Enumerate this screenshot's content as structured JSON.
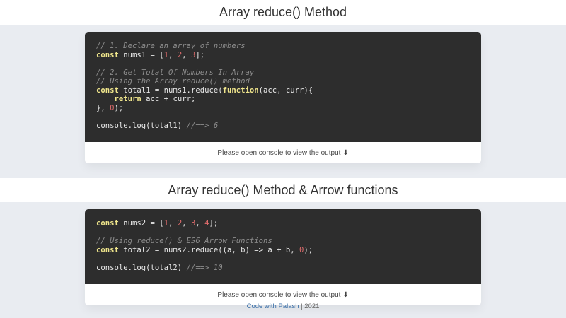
{
  "sections": [
    {
      "title": "Array reduce() Method",
      "output_hint": "Please open console to view the output ⬇",
      "code_lines": [
        [
          {
            "t": "// 1. Declare an array of numbers",
            "c": "cm"
          }
        ],
        [
          {
            "t": "const",
            "c": "kw"
          },
          {
            "t": " nums1 = ["
          },
          {
            "t": "1",
            "c": "num"
          },
          {
            "t": ", "
          },
          {
            "t": "2",
            "c": "num"
          },
          {
            "t": ", "
          },
          {
            "t": "3",
            "c": "num"
          },
          {
            "t": "];"
          }
        ],
        [],
        [
          {
            "t": "// 2. Get Total Of Numbers In Array",
            "c": "cm"
          }
        ],
        [
          {
            "t": "// Using the Array reduce() method",
            "c": "cm"
          }
        ],
        [
          {
            "t": "const",
            "c": "kw"
          },
          {
            "t": " total1 = nums1.reduce("
          },
          {
            "t": "function",
            "c": "kw"
          },
          {
            "t": "(acc, curr){"
          }
        ],
        [
          {
            "t": "    "
          },
          {
            "t": "return",
            "c": "kw"
          },
          {
            "t": " acc + curr;"
          }
        ],
        [
          {
            "t": "}, "
          },
          {
            "t": "0",
            "c": "num"
          },
          {
            "t": ");"
          }
        ],
        [],
        [
          {
            "t": "console.log(total1) "
          },
          {
            "t": "//==> 6",
            "c": "cm"
          }
        ]
      ]
    },
    {
      "title": "Array reduce() Method & Arrow functions",
      "output_hint": "Please open console to view the output ⬇",
      "code_lines": [
        [
          {
            "t": "const",
            "c": "kw"
          },
          {
            "t": " nums2 = ["
          },
          {
            "t": "1",
            "c": "num"
          },
          {
            "t": ", "
          },
          {
            "t": "2",
            "c": "num"
          },
          {
            "t": ", "
          },
          {
            "t": "3",
            "c": "num"
          },
          {
            "t": ", "
          },
          {
            "t": "4",
            "c": "num"
          },
          {
            "t": "];"
          }
        ],
        [],
        [
          {
            "t": "// Using reduce() & ES6 Arrow Functions",
            "c": "cm"
          }
        ],
        [
          {
            "t": "const",
            "c": "kw"
          },
          {
            "t": " total2 = nums2.reduce((a, b) => a + b, "
          },
          {
            "t": "0",
            "c": "num"
          },
          {
            "t": ");"
          }
        ],
        [],
        [
          {
            "t": "console.log(total2) "
          },
          {
            "t": "//==> 10",
            "c": "cm"
          }
        ]
      ]
    }
  ],
  "footer": {
    "link_text": "Code with Palash",
    "separator": " | ",
    "year": "2021"
  }
}
